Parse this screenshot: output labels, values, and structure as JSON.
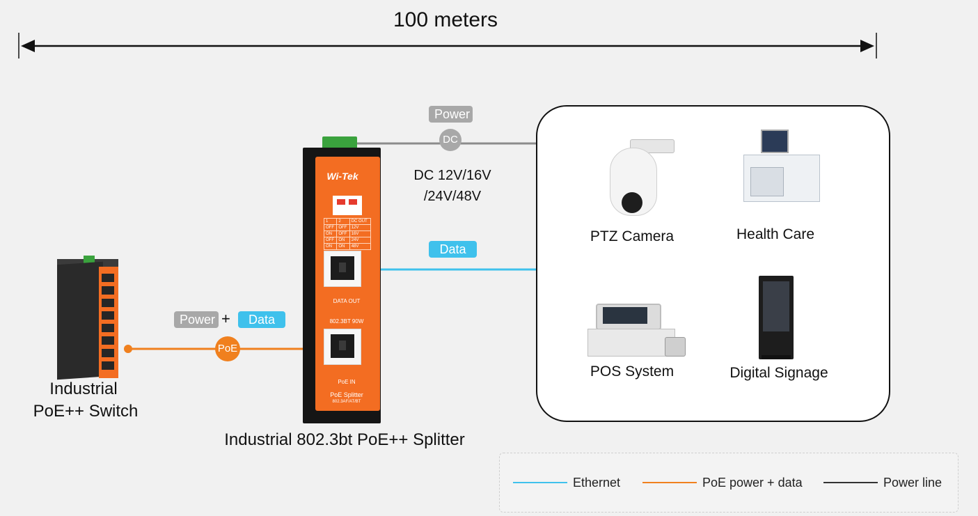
{
  "distance_label": "100 meters",
  "colors": {
    "ethernet": "#3fc1ec",
    "poe": "#f0801e",
    "power_line": "#8c8c8c",
    "badge_grey": "#a8a8a8",
    "device_orange": "#f36d22"
  },
  "power_badge": "Power",
  "data_badge": "Data",
  "dc_badge": "DC",
  "dc_voltage_line1": "DC 12V/16V",
  "dc_voltage_line2": "/24V/48V",
  "poe_input": {
    "power_label": "Power",
    "plus": "+",
    "data_label": "Data",
    "poe_badge": "PoE"
  },
  "switch_caption": {
    "line1": "Industrial",
    "line2": "PoE++ Switch"
  },
  "splitter_caption": "Industrial 802.3bt PoE++ Splitter",
  "splitter_device": {
    "brand": "Wi-Tek",
    "data_out": "DATA OUT",
    "standard": "802.3BT 90W",
    "poe_in": "PoE IN",
    "model": "PoE Splitter",
    "model_sub": "802.3AF/AT/BT",
    "dip_header": [
      "1",
      "2",
      "DC OUT"
    ],
    "dip_rows": [
      [
        "OFF",
        "OFF",
        "12V"
      ],
      [
        "ON",
        "OFF",
        "16V"
      ],
      [
        "OFF",
        "ON",
        "24V"
      ],
      [
        "ON",
        "ON",
        "48V"
      ]
    ]
  },
  "devices": [
    {
      "label": "PTZ Camera",
      "icon": "ptz-camera-icon"
    },
    {
      "label": "Health Care",
      "icon": "medical-workstation-icon"
    },
    {
      "label": "POS System",
      "icon": "pos-terminal-icon"
    },
    {
      "label": "Digital Signage",
      "icon": "digital-signage-icon"
    }
  ],
  "legend": [
    {
      "label": "Ethernet",
      "color": "#3fc1ec"
    },
    {
      "label": "PoE power + data",
      "color": "#f0801e"
    },
    {
      "label": "Power line",
      "color": "#333333"
    }
  ]
}
